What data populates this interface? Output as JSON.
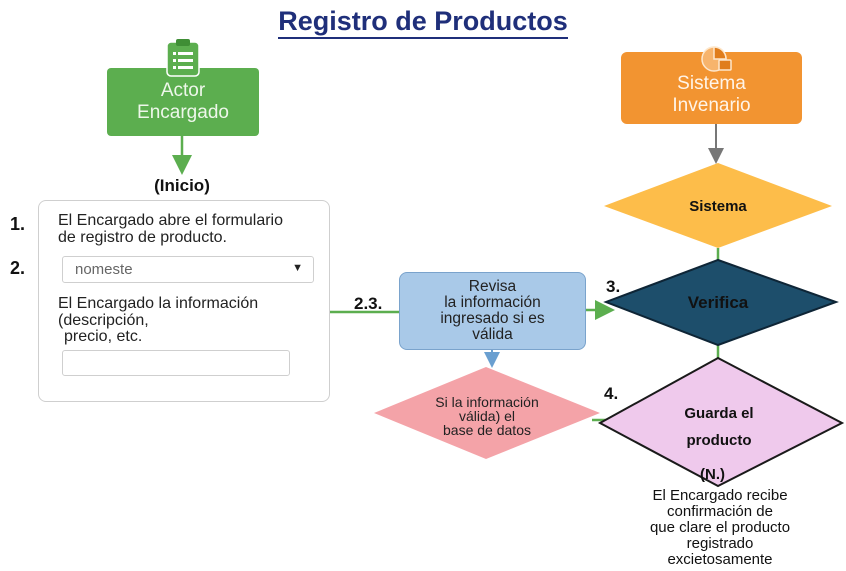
{
  "title": "Registro de Productos",
  "actor": {
    "label_line1": "Actor",
    "label_line2": "Encargado",
    "icon": "clipboard-list-icon"
  },
  "system": {
    "label_line1": "Sistema",
    "label_line2": "Invenario",
    "icon": "chart-pie-icon"
  },
  "start_label": "(Inicio)",
  "form": {
    "step1_number": "1.",
    "step1_line1": "El Encargado abre el formulario",
    "step1_line2": "de registro de producto.",
    "step2_number": "2.",
    "select_value": "nomeste",
    "info_line1": "El Encargado la información",
    "info_line2": "(descripción,",
    "info_line3": "precio, etc.",
    "input_value": ""
  },
  "review": {
    "step_number": "2.3.",
    "line1": "Revisa",
    "line2": "la información",
    "line3": "ingresado si es",
    "line4": "válida"
  },
  "sistema_diamond": {
    "label": "Sistema",
    "color": "#fdbd4a"
  },
  "verifica_diamond": {
    "step_number": "3.",
    "label": "Verifica",
    "color": "#1d4e6b"
  },
  "db_diamond": {
    "line1": "Si la información",
    "line2": "válida) el",
    "line3": "base de datos",
    "color": "#f4a3a8"
  },
  "guarda_diamond": {
    "step_number": "4.",
    "line1": "Guarda el",
    "line2": "producto",
    "color": "#efc9ec"
  },
  "partial_label": "(N.)",
  "confirmation": {
    "line1": "El Encargado recibe",
    "line2": "confirmación de",
    "line3": "que clare el producto",
    "line4": "registrado",
    "line5": "excietosamente"
  },
  "colors": {
    "green": "#5cae4f",
    "orange": "#f29431",
    "title": "#1f2f7a",
    "gray_arrow": "#777777"
  }
}
